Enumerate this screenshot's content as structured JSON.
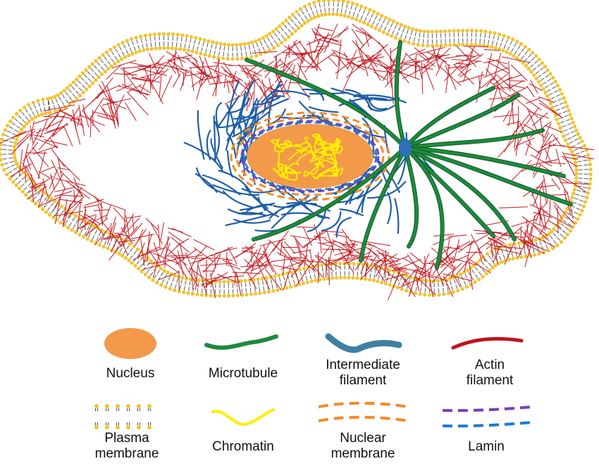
{
  "colors": {
    "membrane_head": "#f2c230",
    "membrane_tail": "#4a4a4a",
    "actin": "#c0141c",
    "intermediate": "#1f5ea8",
    "microtubule": "#1e8a3e",
    "nucleus": "#f2994a",
    "chromatin": "#ffee00",
    "nuclear_membrane": "#f28c28",
    "lamin_purple": "#7a3db8",
    "lamin_blue": "#1a7ad6",
    "centrosome": "#2e6fb8"
  },
  "legend": {
    "nucleus": {
      "label": "Nucleus"
    },
    "microtubule": {
      "label": "Microtubule"
    },
    "intermediate": {
      "label1": "Intermediate",
      "label2": "filament"
    },
    "actin": {
      "label1": "Actin",
      "label2": "filament"
    },
    "plasma": {
      "label1": "Plasma",
      "label2": "membrane"
    },
    "chromatin": {
      "label": "Chromatin"
    },
    "nuclear": {
      "label1": "Nuclear",
      "label2": "membrane"
    },
    "lamin": {
      "label": "Lamin"
    }
  }
}
